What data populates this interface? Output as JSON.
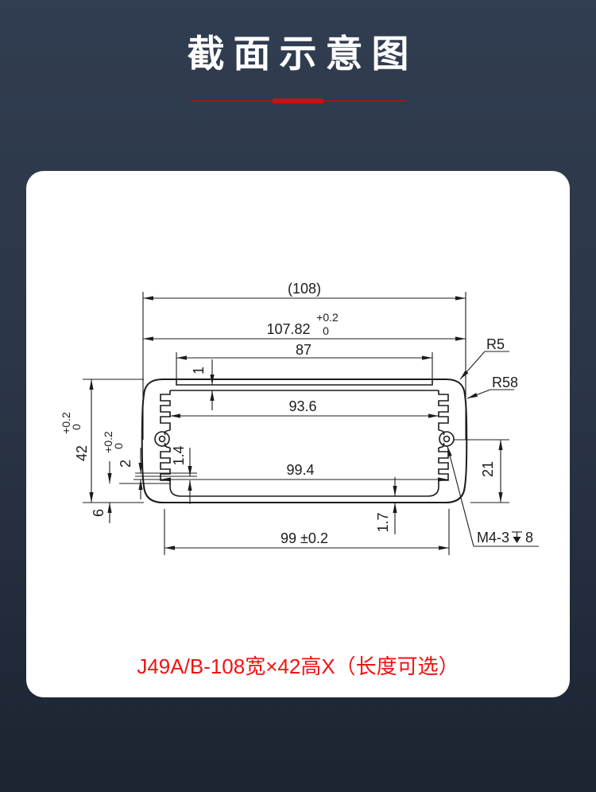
{
  "page": {
    "title": "截面示意图",
    "caption": "J49A/B-108宽×42高X（长度可选）"
  },
  "colors": {
    "background_top": "#313d50",
    "background_bottom": "#1c2431",
    "card": "#ffffff",
    "divider_red": "#c51212",
    "caption_red": "#f21212",
    "line": "#1c1c1c"
  },
  "drawing": {
    "dims": {
      "overall_width_ref": "(108)",
      "overall_width": {
        "value": "107.82",
        "tol_plus": "+0.2",
        "tol_zero": "0"
      },
      "cover_slot_width": "87",
      "cover_lip": "1",
      "inner_width_upper": "93.6",
      "inner_width_lower": "99.4",
      "overall_height": {
        "value": "42",
        "tol_plus": "+0.2",
        "tol_zero": "0"
      },
      "bottom_step": {
        "value": "2",
        "tol_plus": "+0.2",
        "tol_zero": "0"
      },
      "bottom_edge": "6",
      "rib_thickness": "1.4",
      "floor_thickness": "1.7",
      "side_pocket_height": "21",
      "mounting_width": "99 ±0.2",
      "corner_radius": "R5",
      "wall_radius": "R58",
      "screw_hole": {
        "prefix": "M4-3",
        "depth": "8"
      }
    }
  }
}
